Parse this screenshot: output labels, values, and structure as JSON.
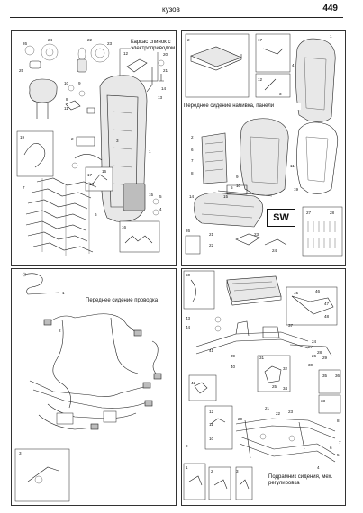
{
  "header": {
    "title": "кузов",
    "page_number": "449"
  },
  "panels": {
    "backrest": {
      "caption": "Каркас спинок с электроприводом"
    },
    "trim": {
      "caption": "Переднее сидение набивка, панели",
      "sw_label": "SW"
    },
    "wiring": {
      "caption": "Переднее сидение проводка"
    },
    "frame": {
      "caption": "Подрамник сидения, мех. регулировка"
    }
  },
  "callouts": {
    "p1": [
      "26",
      "24",
      "22",
      "23",
      "25",
      "12",
      "20",
      "21",
      "14",
      "10",
      "9",
      "8",
      "13",
      "11",
      "2",
      "3",
      "19",
      "1",
      "18",
      "17",
      "15",
      "16",
      "7",
      "6",
      "5",
      "4",
      "16"
    ],
    "p2": [
      "2",
      "17",
      "12",
      "3",
      "1",
      "4",
      "2",
      "6",
      "7",
      "8",
      "9",
      "10",
      "11",
      "14",
      "15",
      "5",
      "19",
      "27",
      "28",
      "21",
      "22",
      "23",
      "24",
      "26"
    ],
    "p3": [
      "1",
      "2",
      "3"
    ],
    "p4": [
      "50",
      "45",
      "46",
      "47",
      "48",
      "43",
      "44",
      "41",
      "42",
      "39",
      "40",
      "37",
      "38",
      "35",
      "36",
      "33",
      "34",
      "31",
      "32",
      "30",
      "25",
      "26",
      "27",
      "28",
      "29",
      "20",
      "21",
      "22",
      "23",
      "24",
      "12",
      "11",
      "10",
      "9",
      "8",
      "7",
      "6",
      "5",
      "4",
      "3",
      "2",
      "1"
    ]
  },
  "icons": [
    "seat-back-frame",
    "headrest",
    "spring-mat",
    "seat-cushion",
    "wiring-harness",
    "seat-rail",
    "bolt",
    "clip",
    "motor"
  ]
}
